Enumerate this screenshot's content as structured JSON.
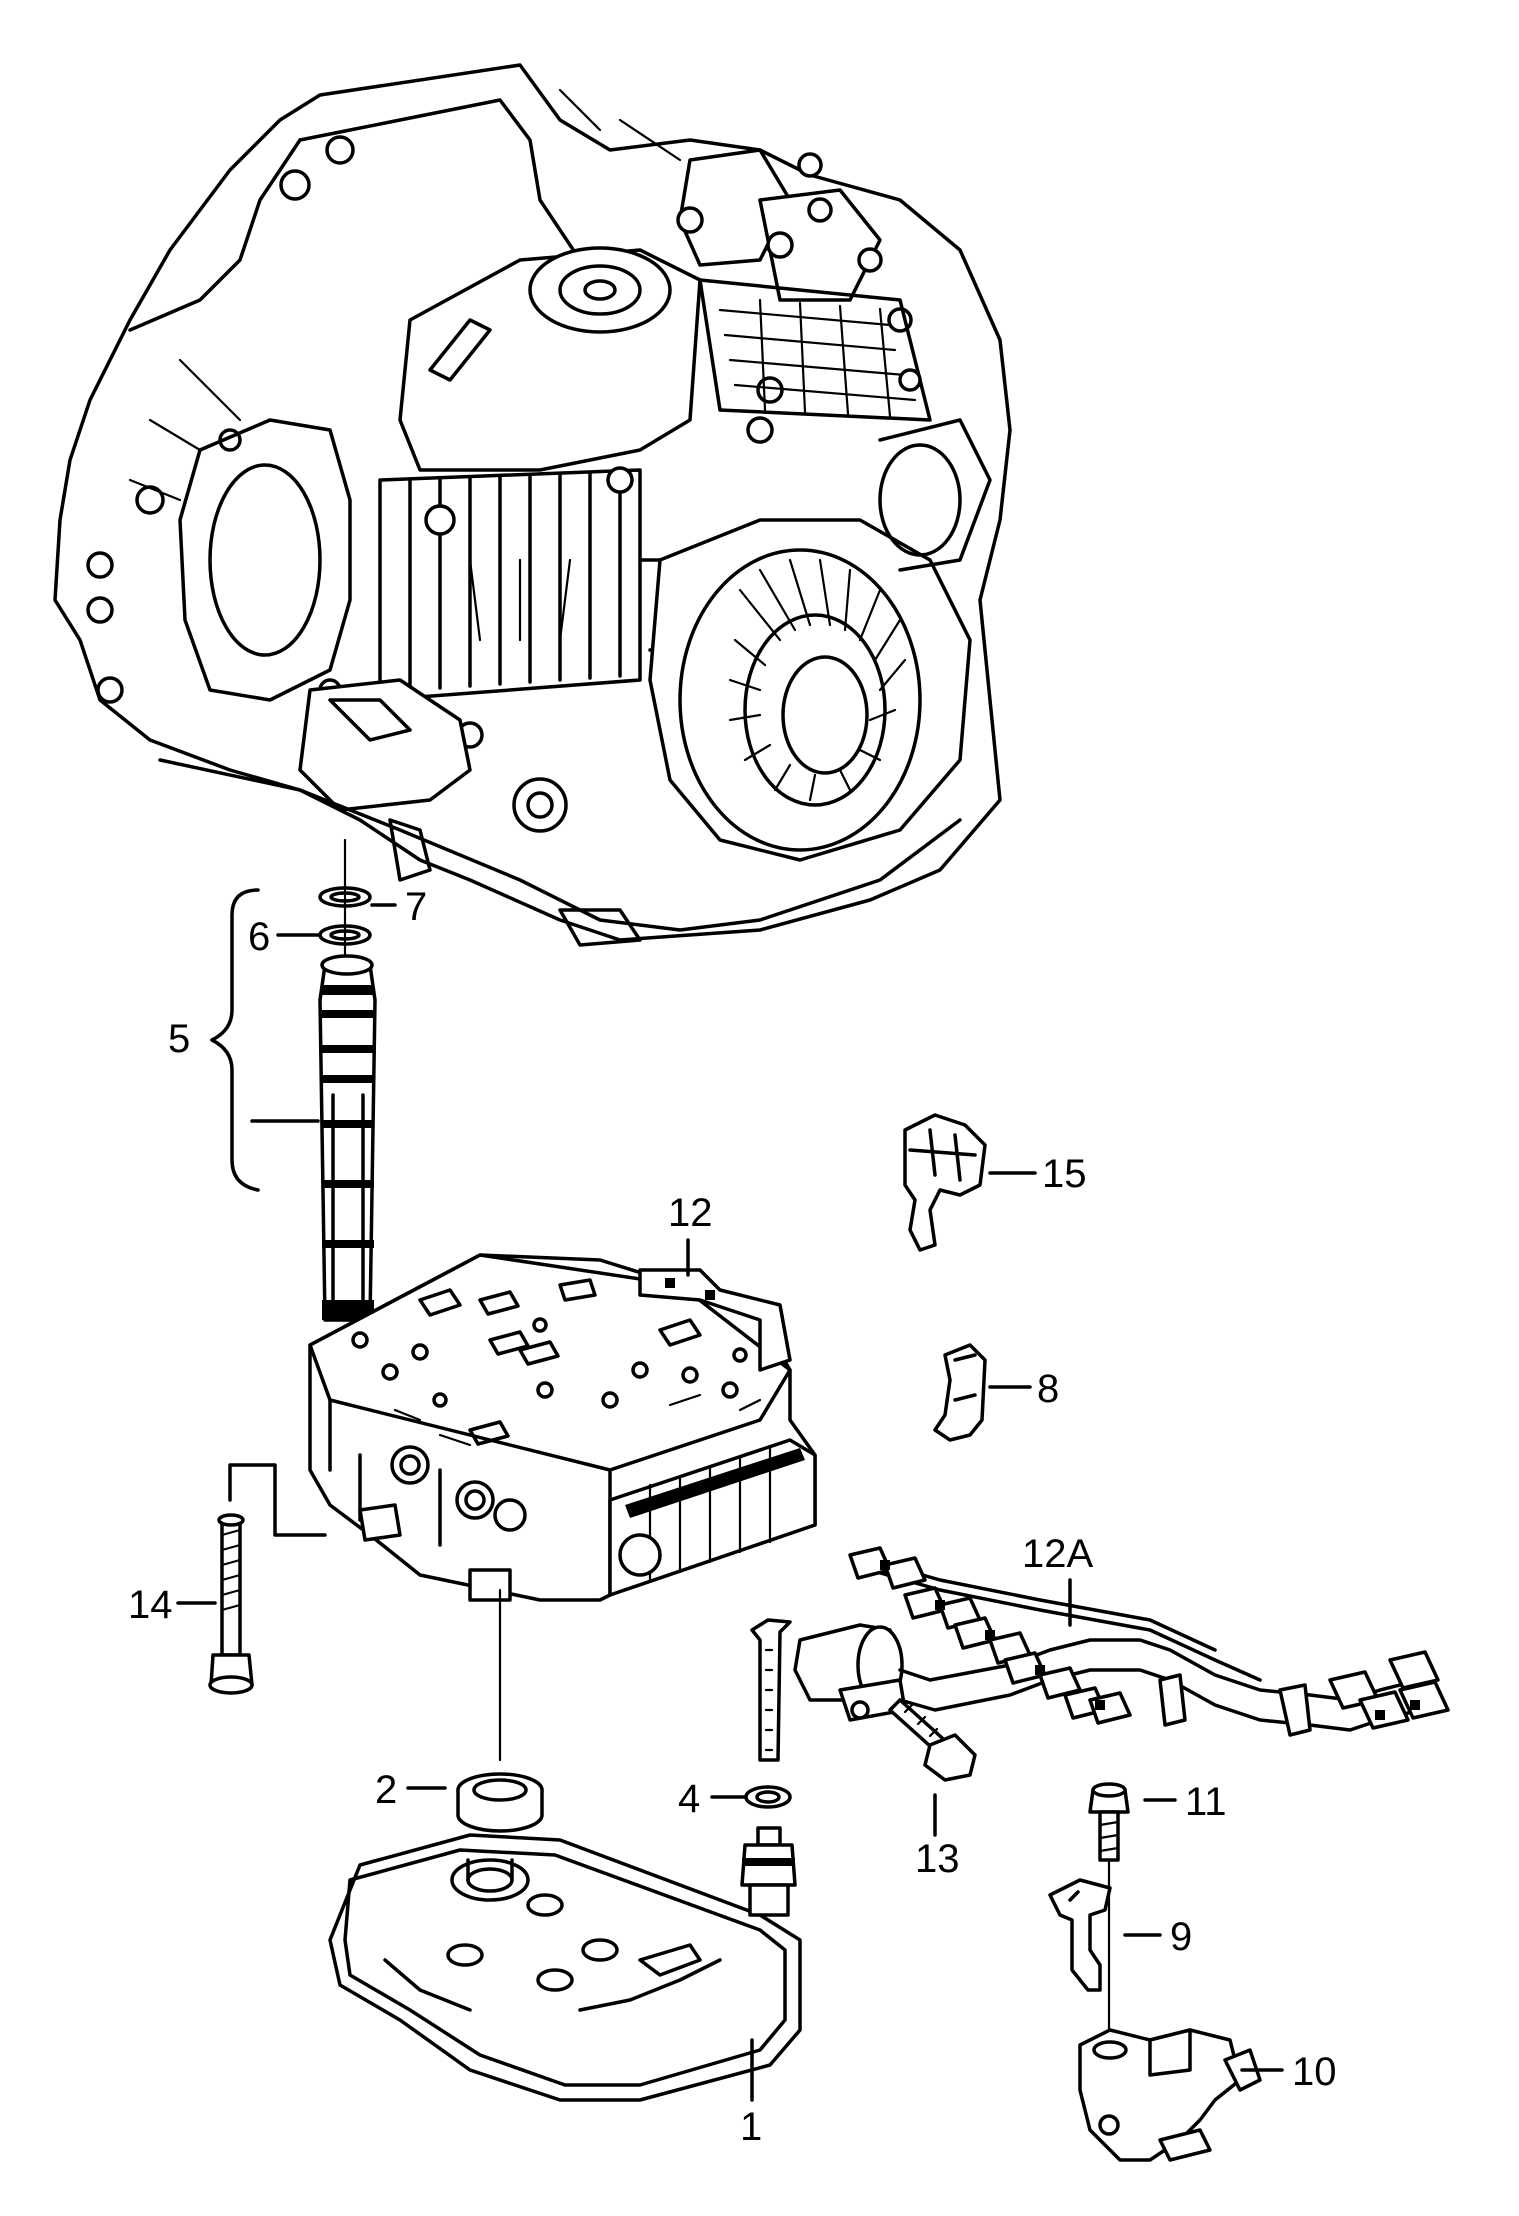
{
  "callouts": {
    "c1": "1",
    "c2": "2",
    "c4": "4",
    "c5": "5",
    "c6": "6",
    "c7": "7",
    "c8": "8",
    "c9": "9",
    "c10": "10",
    "c11": "11",
    "c12": "12",
    "c12a": "12A",
    "c13": "13",
    "c14": "14",
    "c15": "15"
  }
}
